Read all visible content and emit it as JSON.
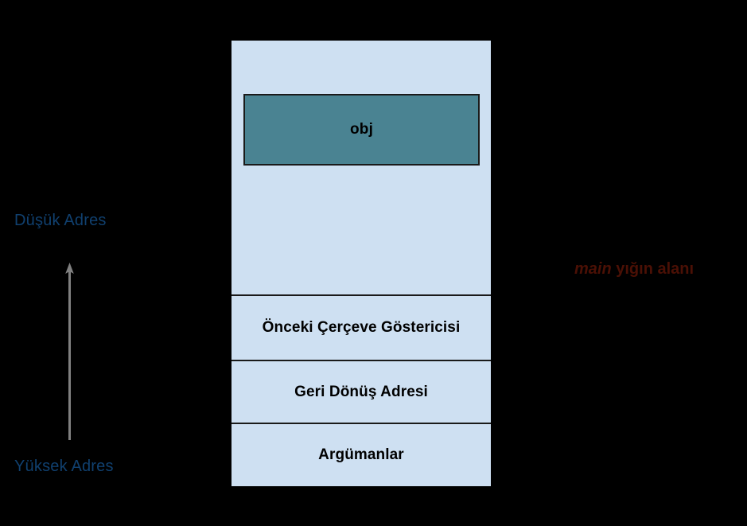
{
  "diagram": {
    "title_text": "",
    "colors": {
      "background": "#000000",
      "stack_fill": "#cee0f2",
      "obj_fill": "#4a8392",
      "cell_border": "#1a1a1a",
      "address_text": "#10406f",
      "annotation_text": "#4b1005",
      "arrow": "#808080"
    },
    "obj_box": {
      "label": "obj"
    },
    "stack_cells": [
      {
        "name": "previous-frame-pointer",
        "label": "Önceki Çerçeve Göstericisi"
      },
      {
        "name": "return-address",
        "label": "Geri Dönüş Adresi"
      },
      {
        "name": "arguments",
        "label": "Argümanlar"
      }
    ],
    "address_labels": {
      "low": "Düşük Adres",
      "high": "Yüksek Adres"
    },
    "annotation": {
      "keyword": "main",
      "rest": " yığın alanı"
    },
    "arrow": {
      "icon": "up-arrow-icon",
      "direction": "up"
    }
  }
}
